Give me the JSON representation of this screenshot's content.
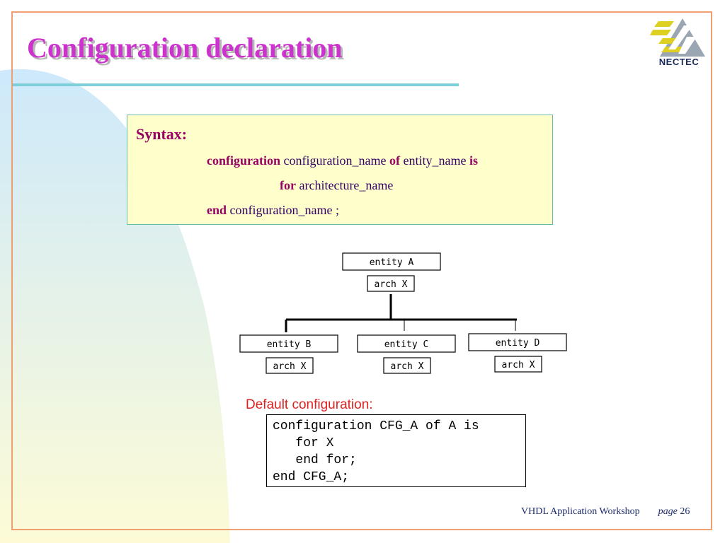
{
  "slide": {
    "title": "Configuration declaration",
    "logo_text": "NECTEC"
  },
  "syntax": {
    "heading": "Syntax:",
    "line1": {
      "kw1": "configuration",
      "t1": " configuration_name ",
      "kw2": "of",
      "t2": " entity_name ",
      "kw3": "is"
    },
    "line2": {
      "kw1": "for",
      "t1": " architecture_name"
    },
    "line3": {
      "kw1": "end",
      "t1": " configuration_name ;"
    }
  },
  "diagram": {
    "root": {
      "entity": "entity A",
      "arch": "arch X"
    },
    "children": [
      {
        "entity": "entity B",
        "arch": "arch X"
      },
      {
        "entity": "entity C",
        "arch": "arch X"
      },
      {
        "entity": "entity D",
        "arch": "arch X"
      }
    ]
  },
  "default_config": {
    "label": "Default configuration:",
    "code": [
      "configuration CFG_A of A is",
      "   for X",
      "   end for;",
      "end CFG_A;"
    ]
  },
  "footer": {
    "workshop": "VHDL Application Workshop",
    "page_word": "page",
    "page_number": "26"
  },
  "colors": {
    "title": "#cc33cc",
    "frame": "#f0a070",
    "title_rule": "#7fcfd8",
    "syntax_bg": "#ffffcc",
    "default_label": "#dd2222"
  }
}
